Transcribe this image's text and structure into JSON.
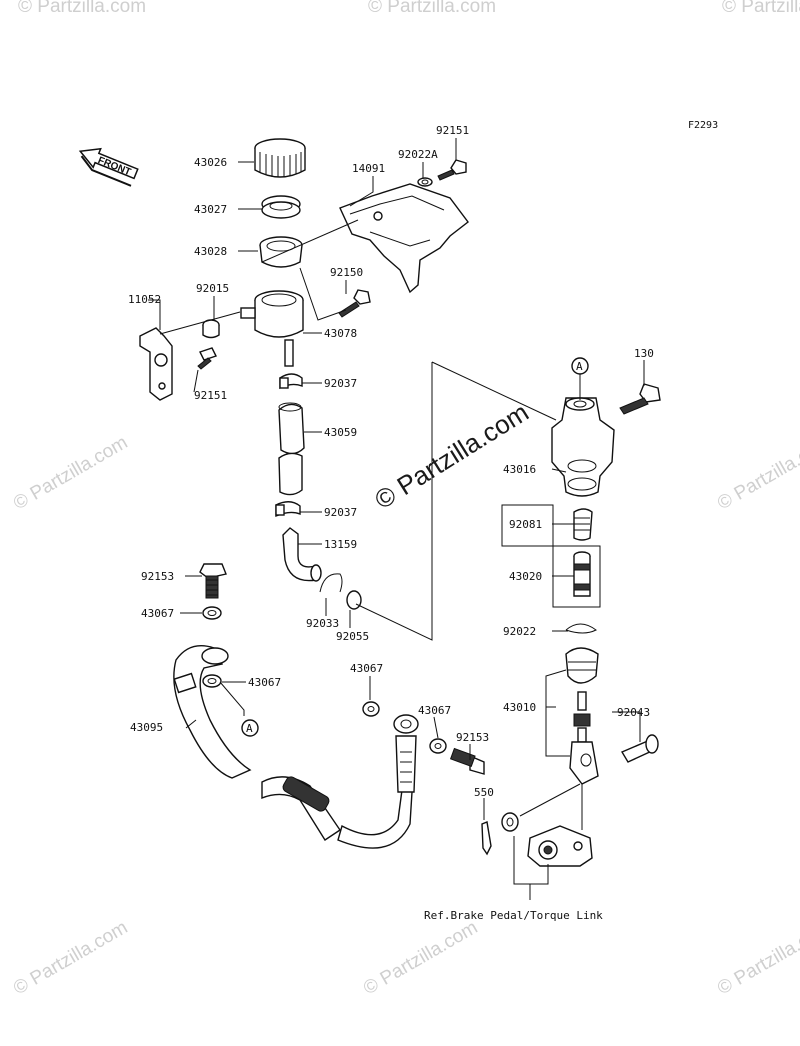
{
  "figure_code": "F2293",
  "watermark": {
    "small": "© Partzilla.com",
    "center": "© Partzilla.com"
  },
  "front_marker": "FRONT",
  "reference_text": "Ref.Brake Pedal/Torque Link",
  "callout_letter": "A",
  "part_numbers": [
    "43026",
    "43027",
    "43028",
    "11052",
    "92015",
    "92151",
    "92150",
    "43078",
    "14091",
    "92022A",
    "92151",
    "92037",
    "43059",
    "92037",
    "13159",
    "92153",
    "43067",
    "92033",
    "92055",
    "43067",
    "43095",
    "130",
    "43016",
    "92081",
    "43020",
    "92022",
    "43067",
    "43067",
    "92153",
    "43010",
    "92043",
    "550"
  ]
}
